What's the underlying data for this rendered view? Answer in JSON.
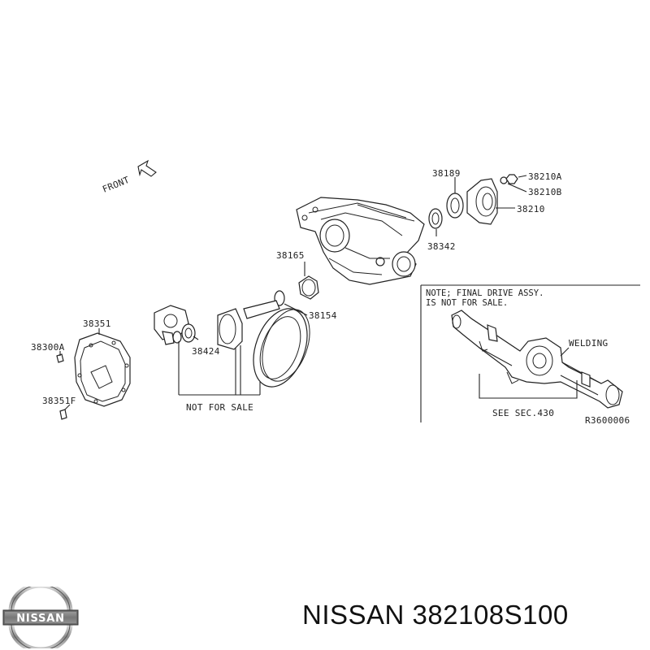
{
  "diagram": {
    "front_label": "FRONT",
    "parts": {
      "p38189": "38189",
      "p38210A": "38210A",
      "p38210B": "38210B",
      "p38210": "38210",
      "p38342": "38342",
      "p38165": "38165",
      "p38154": "38154",
      "p38351": "38351",
      "p38300A": "38300A",
      "p38351F": "38351F",
      "p38424": "38424"
    },
    "not_for_sale": "NOT FOR SALE",
    "note_line1": "NOTE; FINAL DRIVE ASSY.",
    "note_line2": "IS NOT FOR SALE.",
    "welding": "WELDING",
    "see_sec": "SEE SEC.430",
    "ref_code": "R3600006"
  },
  "brand": {
    "logo_text": "NISSAN",
    "caption": "NISSAN 382108S100"
  }
}
